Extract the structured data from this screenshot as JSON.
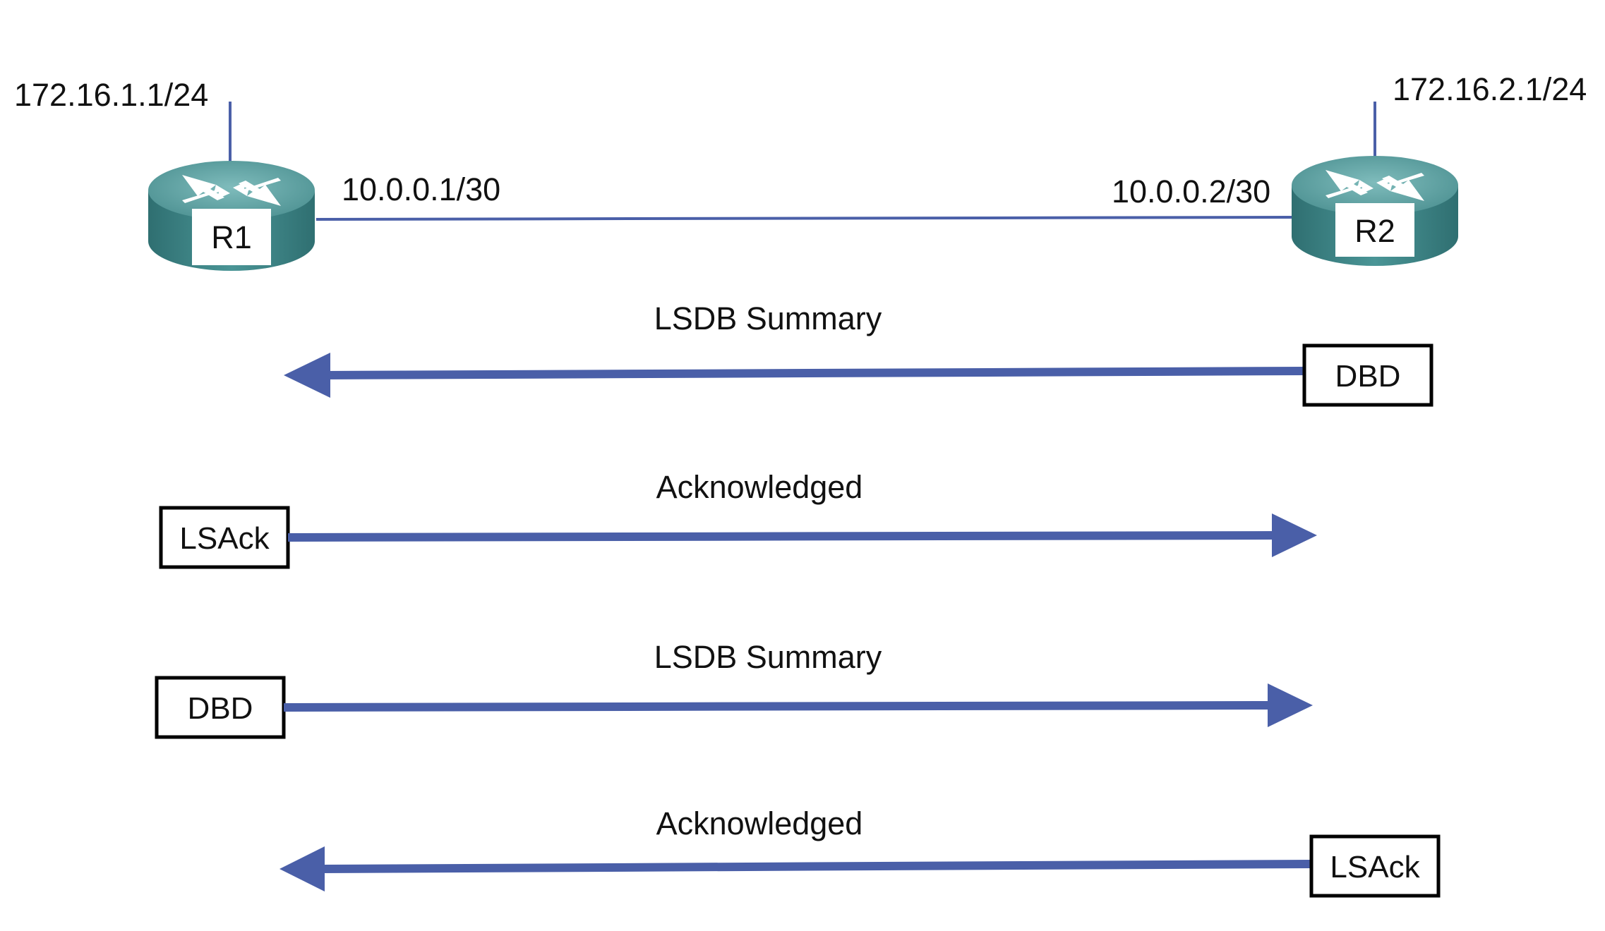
{
  "routers": {
    "r1": {
      "name": "R1",
      "lan_ip": "172.16.1.1/24",
      "wan_ip": "10.0.0.1/30"
    },
    "r2": {
      "name": "R2",
      "lan_ip": "172.16.2.1/24",
      "wan_ip": "10.0.0.2/30"
    }
  },
  "exchanges": [
    {
      "label": "LSDB Summary",
      "packet": "DBD",
      "direction": "R2 to R1"
    },
    {
      "label": "Acknowledged",
      "packet": "LSAck",
      "direction": "R1 to R2"
    },
    {
      "label": "LSDB Summary",
      "packet": "DBD",
      "direction": "R1 to R2"
    },
    {
      "label": "Acknowledged",
      "packet": "LSAck",
      "direction": "R2 to R1"
    }
  ],
  "colors": {
    "link": "#4a5fa8",
    "arrow": "#4a5fa8",
    "router_top": "#5fa3a4",
    "router_side": "#3f8587",
    "router_arrows": "#ffffff",
    "box_border": "#000000"
  }
}
